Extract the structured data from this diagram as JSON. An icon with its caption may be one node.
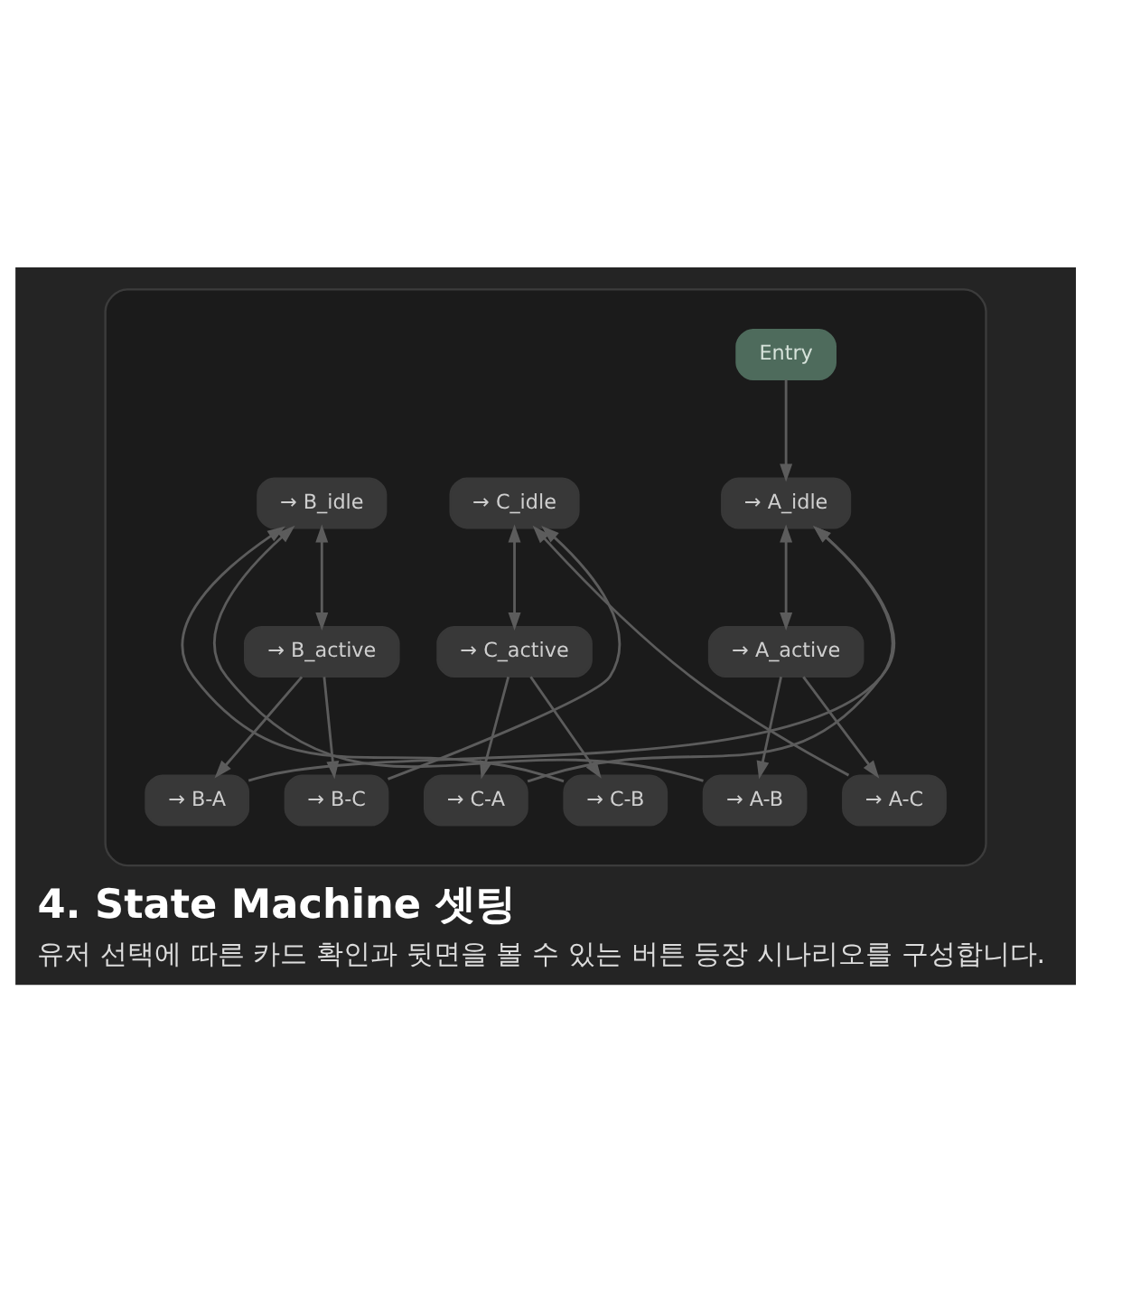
{
  "diagram": {
    "title": "4. State Machine 셋팅",
    "caption": "유저 선택에 따른 카드 확인과 뒷면을 볼 수 있는 버튼 등장 시나리오를 구성합니다.",
    "nodes": [
      {
        "text": [],
        "shape": "box"
      },
      {
        "text": [
          "Entry"
        ],
        "in": 0
      },
      {
        "text": [
          "→ B_idle"
        ],
        "in": 0
      },
      {
        "text": [
          "→ A_idle"
        ],
        "in": 0
      },
      {
        "text": [
          "→ C_idle"
        ],
        "in": 0
      },
      {
        "text": [
          "→ B_active"
        ],
        "in": 0
      },
      {
        "text": [
          "→ A_active"
        ],
        "in": 0
      },
      {
        "text": [
          "→ C_active"
        ],
        "in": 0
      },
      {
        "text": [
          "→ B-C"
        ],
        "in": 0
      },
      {
        "text": [
          "→ B-A"
        ],
        "in": 0
      },
      {
        "text": [
          "→ A-B"
        ],
        "in": 0
      },
      {
        "text": [
          "→ A-C"
        ],
        "in": 0
      },
      {
        "text": [
          "→ C-A"
        ],
        "in": 0
      },
      {
        "text": [
          "→ C-B"
        ],
        "in": 0
      }
    ],
    "edges": [
      {
        "from": 1,
        "to": 3,
        "arrow": "to"
      },
      {
        "from": 2,
        "to": 5,
        "arrow": "both"
      },
      {
        "from": 3,
        "to": 6,
        "arrow": "both"
      },
      {
        "from": 4,
        "to": 7,
        "arrow": "both"
      },
      {
        "from": 10,
        "to": 2,
        "arrow": "to"
      },
      {
        "from": 13,
        "to": 2,
        "arrow": "to"
      },
      {
        "from": 9,
        "to": 3,
        "arrow": "to"
      },
      {
        "from": 12,
        "to": 3,
        "arrow": "to"
      },
      {
        "from": 11,
        "to": 4,
        "arrow": "to"
      },
      {
        "from": 8,
        "to": 4,
        "arrow": "to"
      },
      {
        "from": 5,
        "to": 9,
        "arrow": "to"
      },
      {
        "from": 5,
        "to": 8,
        "arrow": "to"
      },
      {
        "from": 6,
        "to": 10,
        "arrow": "to"
      },
      {
        "from": 6,
        "to": 11,
        "arrow": "to"
      },
      {
        "from": 7,
        "to": 12,
        "arrow": "to"
      },
      {
        "from": 7,
        "to": 13,
        "arrow": "to"
      }
    ]
  }
}
